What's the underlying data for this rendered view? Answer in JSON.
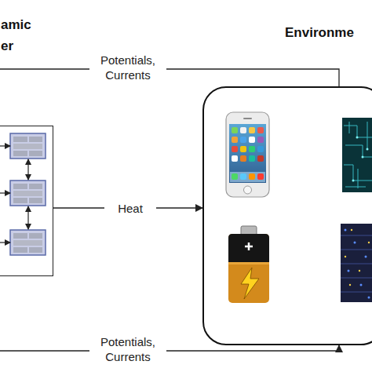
{
  "diagram": {
    "nodes": [
      {
        "text": [
          "amic er"
        ]
      },
      {
        "text": [
          "Environme"
        ]
      }
    ],
    "edges": [
      {
        "from": 0,
        "to": 1,
        "label": "Potentials, Currents",
        "arrow": "none"
      },
      {
        "from": 0,
        "to": 1,
        "label": "Heat",
        "arrow": "to"
      },
      {
        "from": 0,
        "to": 1,
        "label": "Potentials, Currents",
        "arrow": "to"
      }
    ]
  }
}
